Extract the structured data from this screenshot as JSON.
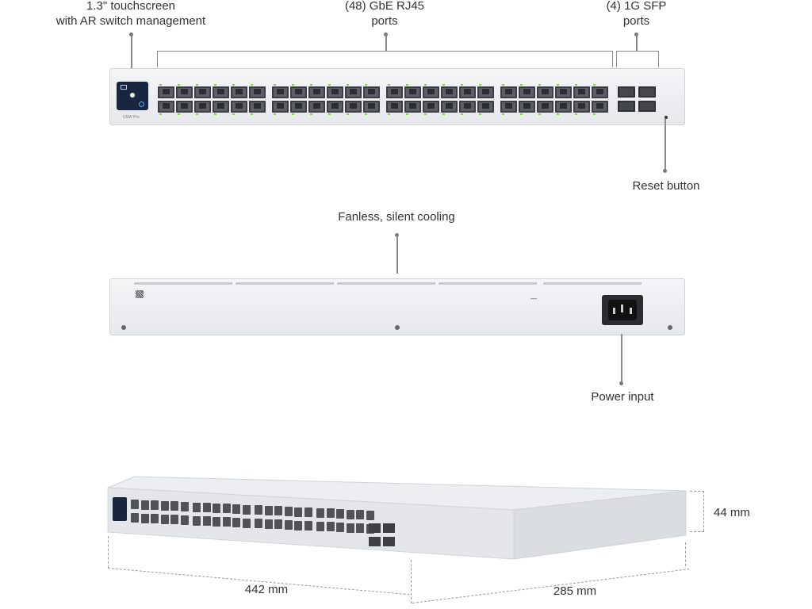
{
  "front": {
    "touchscreen": {
      "line1": "1.3\" touchscreen",
      "line2": "with AR switch management"
    },
    "rj45": {
      "line1": "(48) GbE RJ45",
      "line2": "ports"
    },
    "sfp": {
      "line1": "(4) 1G SFP",
      "line2": "ports"
    },
    "reset": "Reset button",
    "model": "USW Pro"
  },
  "back": {
    "cooling": "Fanless, silent cooling",
    "power": "Power input"
  },
  "dimensions": {
    "height": "44 mm",
    "width": "442 mm",
    "depth": "285 mm"
  }
}
